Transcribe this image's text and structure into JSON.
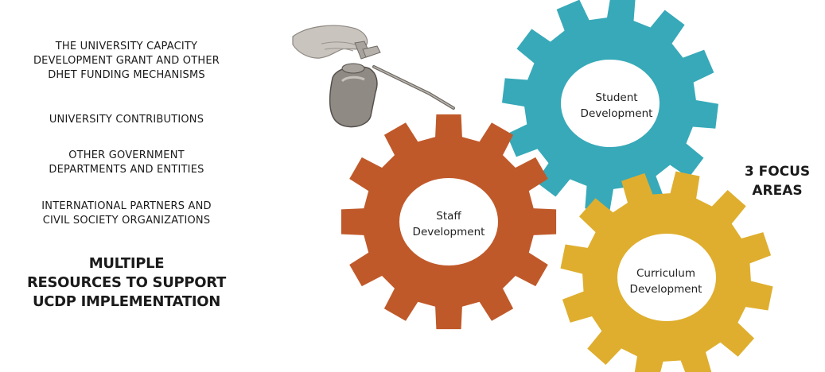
{
  "funding_sources": [
    "THE UNIVERSITY  CAPACITY\nDEVELOPMENT GRANT AND OTHER\nDHET FUNDING  MECHANISMS",
    "UNIVERSITY  CONTRIBUTIONS",
    "OTHER GOVERNMENT\nDEPARTMENTS AND ENTITIES",
    "INTERNATIONAL PARTNERS AND\nCIVIL SOCIETY ORGANIZATIONS"
  ],
  "headline": "MULTIPLE\nRESOURCES TO SUPPORT\nUCDP IMPLEMENTATION",
  "focus_label": "3 FOCUS\nAREAS",
  "gears": [
    {
      "label": "Student\nDevelopment",
      "color": "#37A9B9"
    },
    {
      "label": "Staff\nDevelopment",
      "color": "#C0592A"
    },
    {
      "label": "Curriculum\nDevelopment",
      "color": "#DFAE2E"
    }
  ],
  "illustration": "oil-can-icon"
}
